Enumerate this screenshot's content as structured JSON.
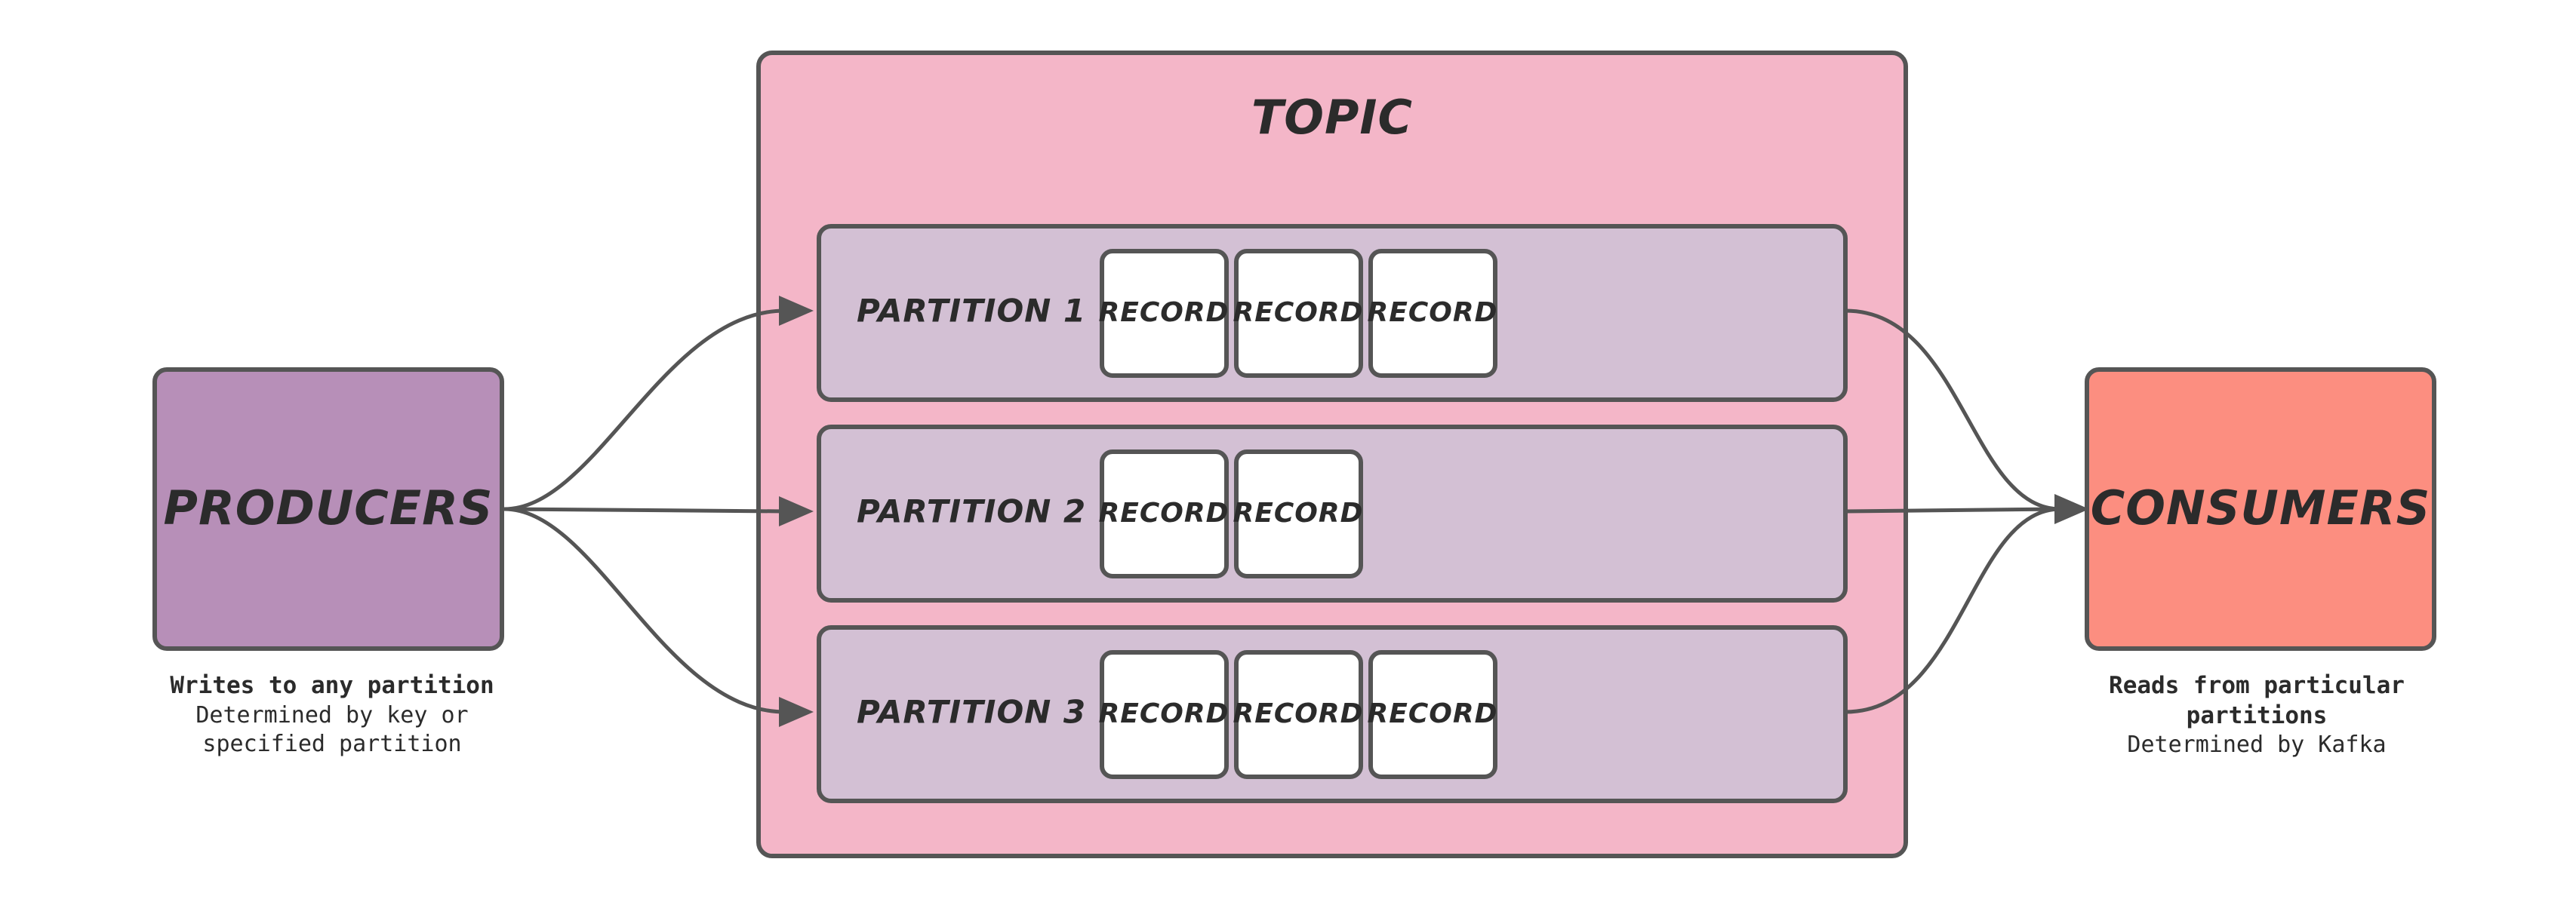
{
  "diagram": {
    "title_visible": false,
    "colors": {
      "topic": "#F4B6C8",
      "partition": "#D3C0D4",
      "record": "#FFFFFF",
      "producer": "#B78FB8",
      "consumer": "#FC8E80",
      "stroke": "#555555",
      "text": "#2b2b2b",
      "background": "#FFFFFF"
    },
    "producer": {
      "label": "PRODUCERS",
      "caption_strong": "Writes to any partition",
      "caption_normal_line1": "Determined by key or",
      "caption_normal_line2": "specified partition"
    },
    "consumer": {
      "label": "CONSUMERS",
      "caption_strong_line1": "Reads from particular",
      "caption_strong_line2": "partitions",
      "caption_normal": "Determined by Kafka"
    },
    "topic": {
      "label": "TOPIC",
      "partitions": [
        {
          "label": "PARTITION 1",
          "records": [
            {
              "label": "RECORD"
            },
            {
              "label": "RECORD"
            },
            {
              "label": "RECORD"
            }
          ]
        },
        {
          "label": "PARTITION 2",
          "records": [
            {
              "label": "RECORD"
            },
            {
              "label": "RECORD"
            }
          ]
        },
        {
          "label": "PARTITION 3",
          "records": [
            {
              "label": "RECORD"
            },
            {
              "label": "RECORD"
            },
            {
              "label": "RECORD"
            }
          ]
        }
      ]
    },
    "flows": {
      "producer_to_partitions": 3,
      "partitions_to_consumer": 3
    }
  }
}
